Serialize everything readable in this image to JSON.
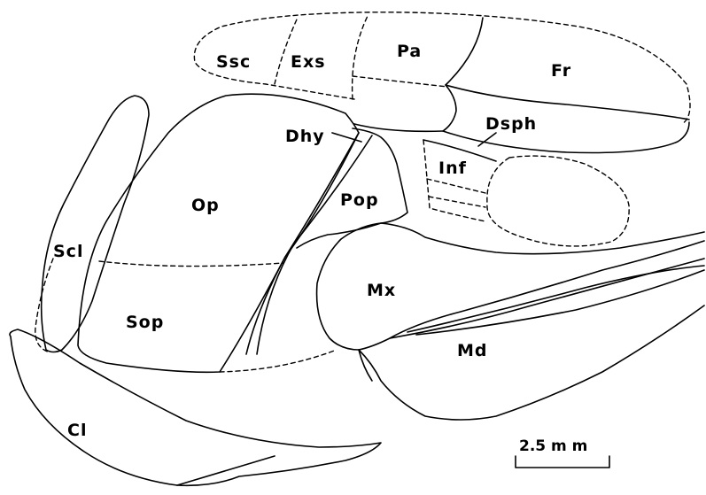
{
  "labels": {
    "ssc": "Ssc",
    "exs": "Exs",
    "pa": "Pa",
    "fr": "Fr",
    "dsph": "Dsph",
    "dhy": "Dhy",
    "inf": "Inf",
    "op": "Op",
    "pop": "Pop",
    "scl": "Scl",
    "mx": "Mx",
    "sop": "Sop",
    "md": "Md",
    "cl": "Cl"
  },
  "scale_bar": {
    "label": "2.5 m m"
  }
}
